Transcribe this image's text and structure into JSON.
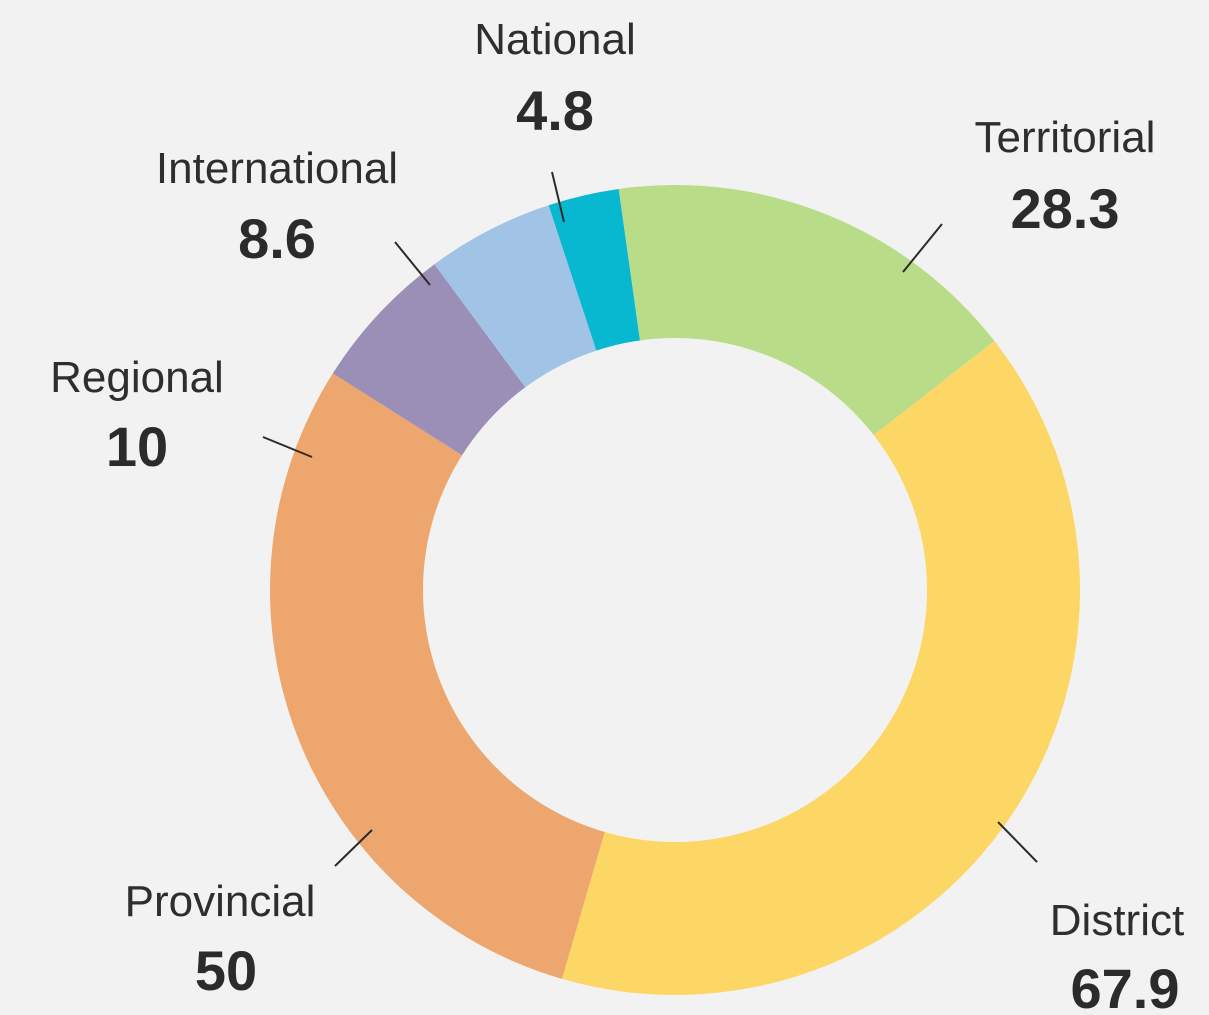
{
  "chart_data": {
    "type": "pie",
    "donut": true,
    "title": "",
    "legend": "none",
    "categories": [
      "Territorial",
      "District",
      "Provincial",
      "Regional",
      "International",
      "National"
    ],
    "values": [
      28.3,
      67.9,
      50,
      10,
      8.6,
      4.8
    ],
    "value_labels": [
      "28.3",
      "67.9",
      "50",
      "10",
      "8.6",
      "4.8"
    ],
    "colors": [
      "#b9dc88",
      "#fdd766",
      "#eda76e",
      "#9b8fb8",
      "#a0c3e6",
      "#08b8d0"
    ]
  }
}
